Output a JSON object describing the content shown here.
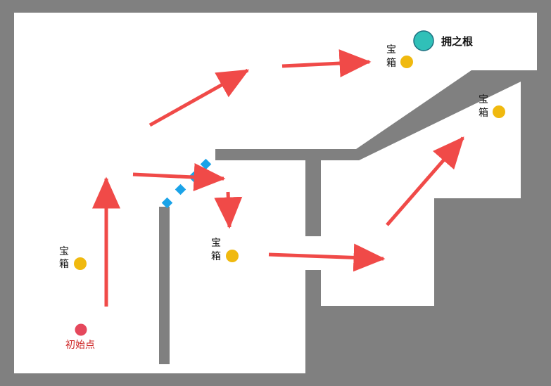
{
  "colors": {
    "wall": "#808080",
    "floor": "#ffffff",
    "arrow": "#f04a48",
    "chest": "#f0b90f",
    "start": "#e5485c",
    "start_label": "#cc2020",
    "goal_fill": "#30c0b8",
    "goal_stroke": "#1d6f80",
    "door": "#1aa3e8"
  },
  "legend": {
    "chest_label": "宝箱",
    "start_label": "初始点",
    "goal_label": "拥之根"
  },
  "markers": {
    "chests": [
      {
        "name": "chest-left",
        "label": "宝箱"
      },
      {
        "name": "chest-center",
        "label": "宝箱"
      },
      {
        "name": "chest-top",
        "label": "宝箱"
      },
      {
        "name": "chest-right",
        "label": "宝箱"
      }
    ],
    "start": {
      "label": "初始点"
    },
    "goal": {
      "label": "拥之根"
    }
  }
}
